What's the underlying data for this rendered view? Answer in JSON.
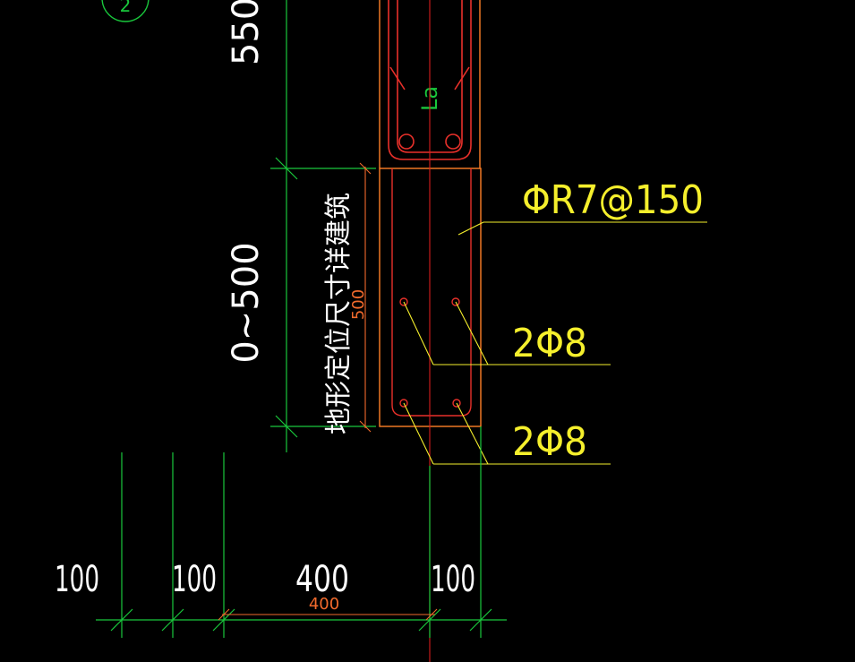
{
  "colors": {
    "background": "#000000",
    "outline": "#ff7f27",
    "rebar": "#e8302a",
    "centerline": "#d81e1e",
    "dimension": "#19c83c",
    "annotation": "#f5ef2c",
    "text_white": "#ffffff",
    "small_dim": "#f26a2c"
  },
  "drawing": {
    "axis_bubble_label": "2",
    "embed_label": "La",
    "dim_top": "550",
    "dim_mid": "0~500",
    "dim_note_vertical": "地形定位尺寸详建筑",
    "dim_note_small": "500",
    "stirrup_callout": "ΦR7@150",
    "bar_callout_upper": "2Φ8",
    "bar_callout_lower": "2Φ8",
    "bottom_dims": [
      "100",
      "100",
      "400",
      "100"
    ],
    "bottom_dim_small": "400"
  }
}
